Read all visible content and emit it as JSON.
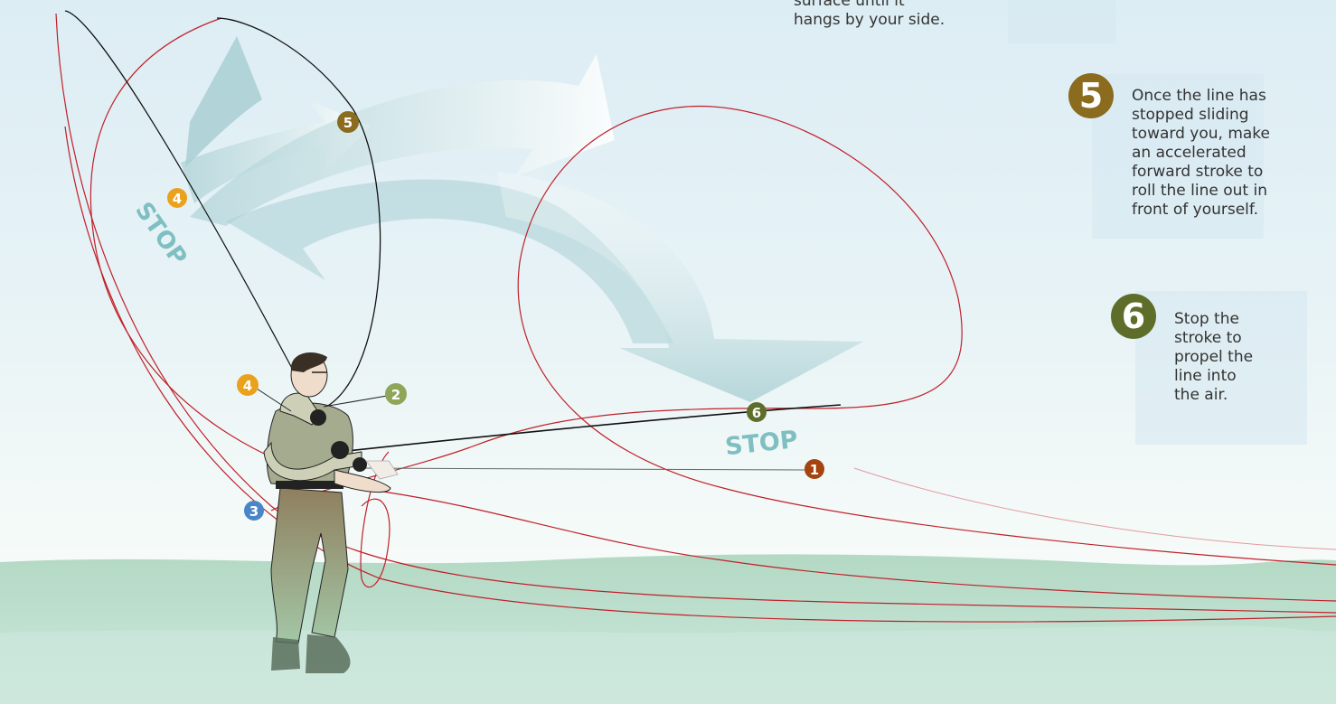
{
  "steps": {
    "step4_partial": {
      "lines": [
        "surface until it",
        "hangs by your side."
      ]
    },
    "step5": {
      "number": "5",
      "color": "#8b6b1d",
      "lines": [
        "Once the line has",
        "stopped sliding",
        "toward you, make",
        "an accelerated",
        "forward stroke to",
        "roll the line out in",
        "front of yourself."
      ]
    },
    "step6": {
      "number": "6",
      "color": "#5e6e2a",
      "lines": [
        "Stop the",
        "stroke to",
        "propel the",
        "line into",
        "the air."
      ]
    }
  },
  "markers": {
    "m1": {
      "label": "1",
      "color": "#a4440f"
    },
    "m2": {
      "label": "2",
      "color": "#8fa65a"
    },
    "m3": {
      "label": "3",
      "color": "#4a86c6"
    },
    "m4a": {
      "label": "4",
      "color": "#e9a11e"
    },
    "m4b": {
      "label": "4",
      "color": "#e9a11e"
    },
    "m5": {
      "label": "5",
      "color": "#8b6b1d"
    },
    "m6": {
      "label": "6",
      "color": "#5e6e2a"
    }
  },
  "stop_labels": {
    "upper": "STOP",
    "lower": "STOP"
  },
  "colors": {
    "arrow": "#a9cfd3",
    "stop_text": "#7fbfc1",
    "line_red": "#c0202a",
    "water": "#b9dcc9"
  }
}
